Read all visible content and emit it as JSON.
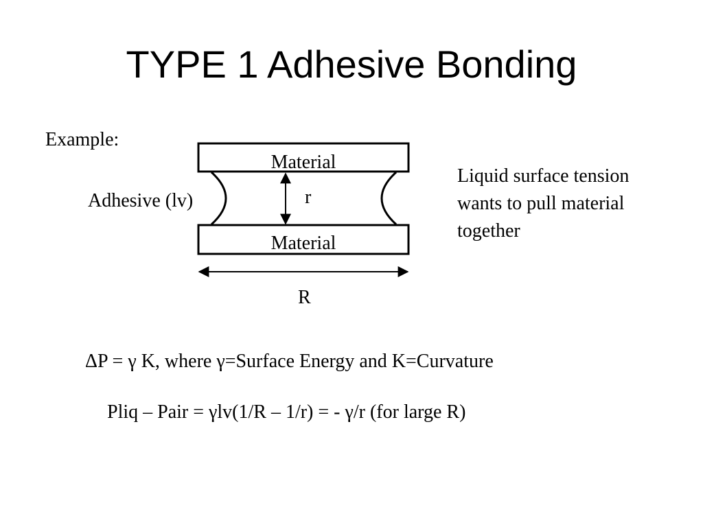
{
  "slide": {
    "title": "TYPE 1 Adhesive Bonding",
    "example_label": "Example:",
    "diagram": {
      "material_top": "Material",
      "material_bottom": "Material",
      "adhesive_label": "Adhesive (lv)",
      "gap_label": "r",
      "width_label": "R"
    },
    "note_lines": [
      "Liquid surface tension",
      "wants to pull material",
      "together"
    ],
    "equation_1": "ΔP = γ K, where γ=Surface Energy and K=Curvature",
    "equation_2": "Pliq – Pair = γlv(1/R – 1/r) = - γ/r    (for large R)"
  }
}
